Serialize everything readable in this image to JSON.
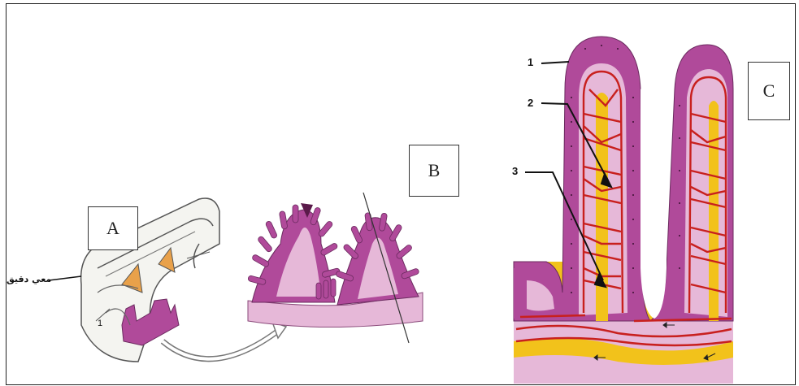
{
  "labels": {
    "a": "A",
    "b": "B",
    "c": "C"
  },
  "numbers": {
    "n1": "1",
    "n2": "2",
    "n3": "3"
  },
  "small_intestine_label": "معي دقيق",
  "tube_marker": "1",
  "colors": {
    "tissue_purple": "#b04a9a",
    "tissue_pink": "#e6b8d8",
    "blood_red": "#c8201e",
    "lacteal_yellow": "#f2c21b",
    "lumen": "#ffffff"
  }
}
